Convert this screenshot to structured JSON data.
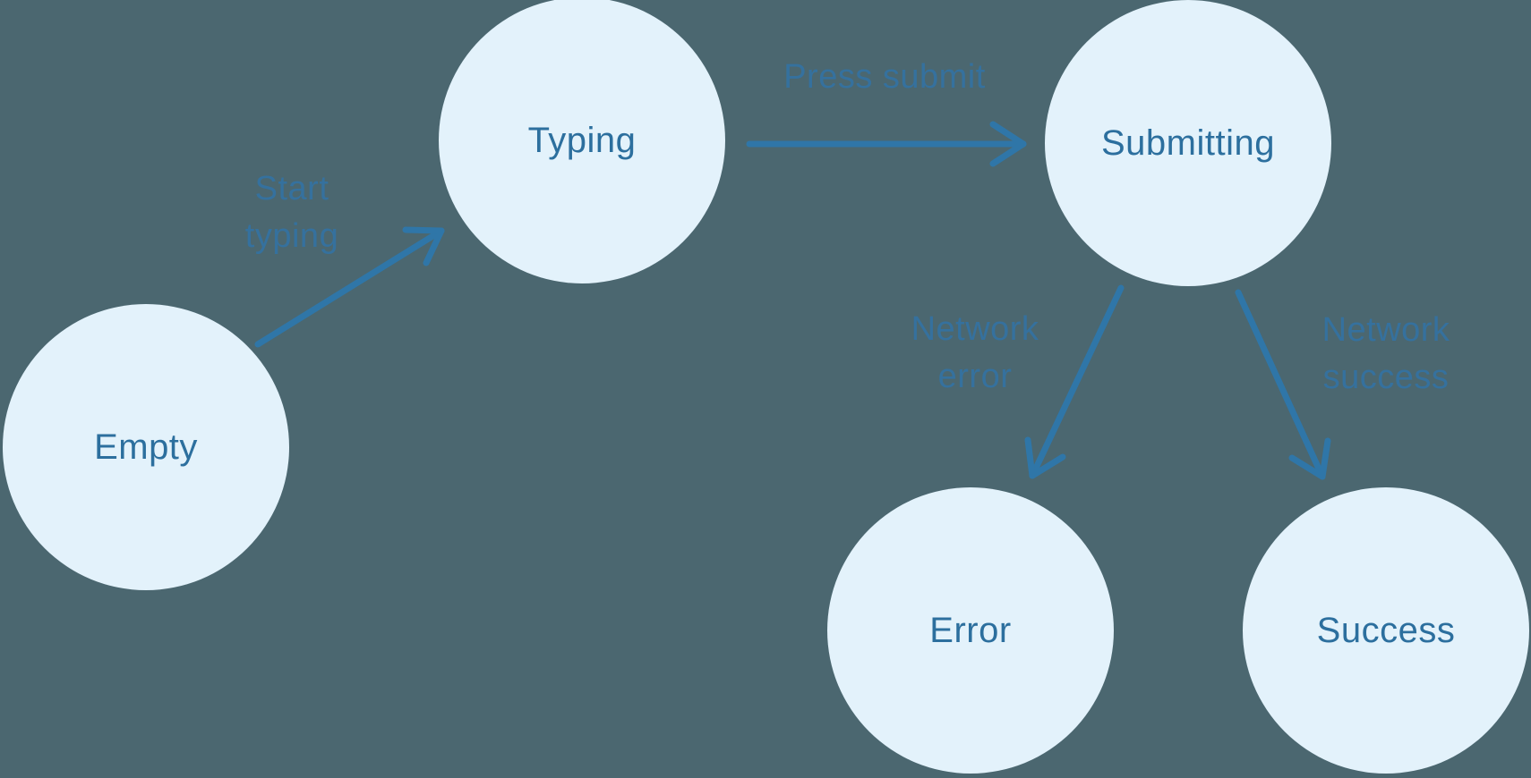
{
  "diagram": {
    "type": "state-machine",
    "colors": {
      "canvas_background": "#4B6770",
      "node_fill": "#E3F2FB",
      "node_text": "#2C6F9E",
      "arrow": "#2F76A8",
      "edge_label": "#35719E"
    },
    "nodes": [
      {
        "id": "empty",
        "label": "Empty"
      },
      {
        "id": "typing",
        "label": "Typing"
      },
      {
        "id": "submitting",
        "label": "Submitting"
      },
      {
        "id": "error",
        "label": "Error"
      },
      {
        "id": "success",
        "label": "Success"
      }
    ],
    "edges": [
      {
        "from": "empty",
        "to": "typing",
        "label": "Start typing"
      },
      {
        "from": "typing",
        "to": "submitting",
        "label": "Press submit"
      },
      {
        "from": "submitting",
        "to": "error",
        "label": "Network error"
      },
      {
        "from": "submitting",
        "to": "success",
        "label": "Network success"
      }
    ]
  }
}
